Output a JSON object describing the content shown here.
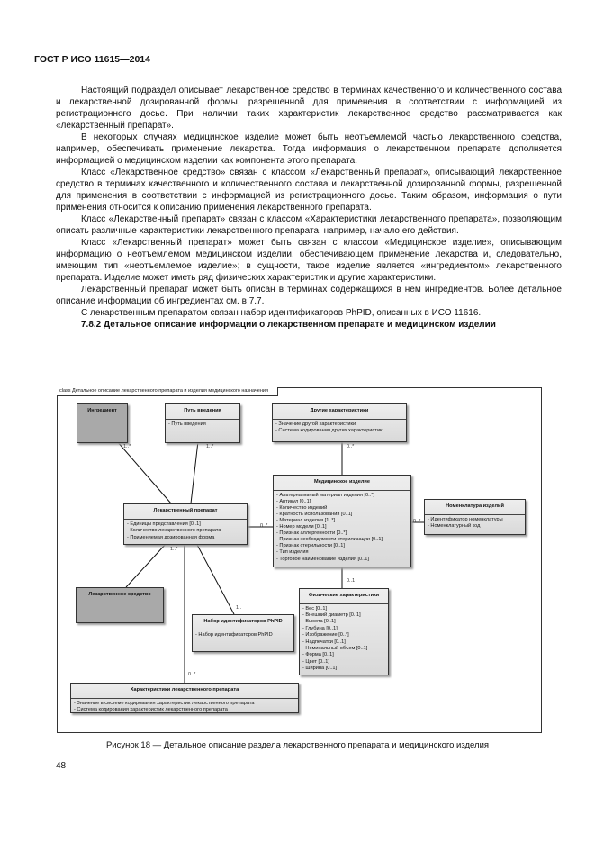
{
  "header": "ГОСТ Р ИСО 11615—2014",
  "paragraphs": [
    "Настоящий подраздел описывает лекарственное средство в терминах качественного и количественного состава и лекарственной дозированной формы, разрешенной для применения в соответствии с информацией из регистрационного досье. При наличии таких характеристик лекарственное средство рассматривается как «лекарственный препарат».",
    "В некоторых случаях медицинское изделие может быть неотъемлемой частью лекарственного средства, например, обеспечивать применение лекарства. Тогда информация о лекарственном препарате дополняется информацией о медицинском изделии как компонента этого препарата.",
    "Класс «Лекарственное средство» связан с классом «Лекарственный препарат», описывающий лекарственное средство в терминах качественного и количественного состава и лекарственной дозированной формы, разрешенной для применения в соответствии с информацией из регистрационного досье. Таким образом, информация о пути применения относится к описанию применения лекарственного препарата.",
    "Класс «Лекарственный препарат» связан с классом «Характеристики лекарственного препарата», позволяющим описать различные характеристики лекарственного препарата, например, начало его действия.",
    "Класс «Лекарственный препарат» может быть связан с классом «Медицинское изделие», описывающим информацию о неотъемлемом медицинском изделии, обеспечивающем применение лекарства и, следовательно, имеющим тип «неотъемлемое изделие»; в сущности, такое изделие является «ингредиентом» лекарственного препарата. Изделие может иметь ряд физических характеристик и другие характеристики.",
    "Лекарственный препарат может быть описан в терминах содержащихся в нем ингредиентов. Более детальное описание информации об ингредиентах см. в 7.7.",
    "С лекарственным препаратом связан набор идентификаторов PhPID, описанных в ИСО 11616."
  ],
  "section_heading": "7.8.2 Детальное описание информации о лекарственном препарате и медицинском изделии",
  "diagram": {
    "frame_label": "class Детальное описание лекарственного препарата и изделия медицинского назначения",
    "classes": {
      "ingredient": {
        "title": "Ингредиент"
      },
      "route": {
        "title": "Путь введения",
        "attrs": [
          "Путь введения"
        ]
      },
      "other": {
        "title": "Другие характеристики",
        "attrs": [
          "Значение другой характеристики",
          "Система кодирования других характеристик"
        ]
      },
      "device": {
        "title": "Медицинское изделие",
        "attrs": [
          "Альтернативный материал изделия [0..*]",
          "Артикул [0..1]",
          "Количество изделий",
          "Кратность использования [0..1]",
          "Материал изделия [1..*]",
          "Номер модели [0..1]",
          "Признак аллергенности [0..*]",
          "Признак необходимости стерилизации [0..1]",
          "Признак стерильности [0..1]",
          "Тип изделия",
          "Торговое наименование изделия [0..1]"
        ]
      },
      "nomenclature": {
        "title": "Номенклатура изделий",
        "attrs": [
          "Идентификатор номенклатуры",
          "Номенклатурный код"
        ]
      },
      "product": {
        "title": "Лекарственный препарат",
        "attrs": [
          "Единицы представления [0..1]",
          "Количество лекарственного препарата",
          "Применяемая дозированная форма"
        ]
      },
      "substance": {
        "title": "Лекарственное средство"
      },
      "phpid": {
        "title": "Набор идентификаторов PhPID",
        "attrs": [
          "Набор идентификаторов PhPID"
        ]
      },
      "physical": {
        "title": "Физические характеристики",
        "attrs": [
          "Вес [0..1]",
          "Внешний диаметр [0..1]",
          "Высота [0..1]",
          "Глубина [0..1]",
          "Изображение [0..*]",
          "Надпечатки [0..1]",
          "Номинальный объем [0..1]",
          "Форма [0..1]",
          "Цвет [0..1]",
          "Ширина [0..1]"
        ]
      },
      "characteristics": {
        "title": "Характеристики лекарственного препарата",
        "attrs": [
          "Значение в системе кодирования характеристик лекарственного препарата",
          "Система кодирования характеристик лекарственного препарата"
        ]
      }
    },
    "multiplicities": {
      "ingredient": "1..*",
      "route": "1..*",
      "other": "0..*",
      "device_product": "0..*",
      "nomenclature": "0..*",
      "physical": "0..1",
      "substance": "1..*",
      "phpid": "1..",
      "characteristics": "0..*"
    }
  },
  "caption": "Рисунок 18 — Детальное описание раздела лекарственного препарата и медицинского изделия",
  "page_number": "48"
}
